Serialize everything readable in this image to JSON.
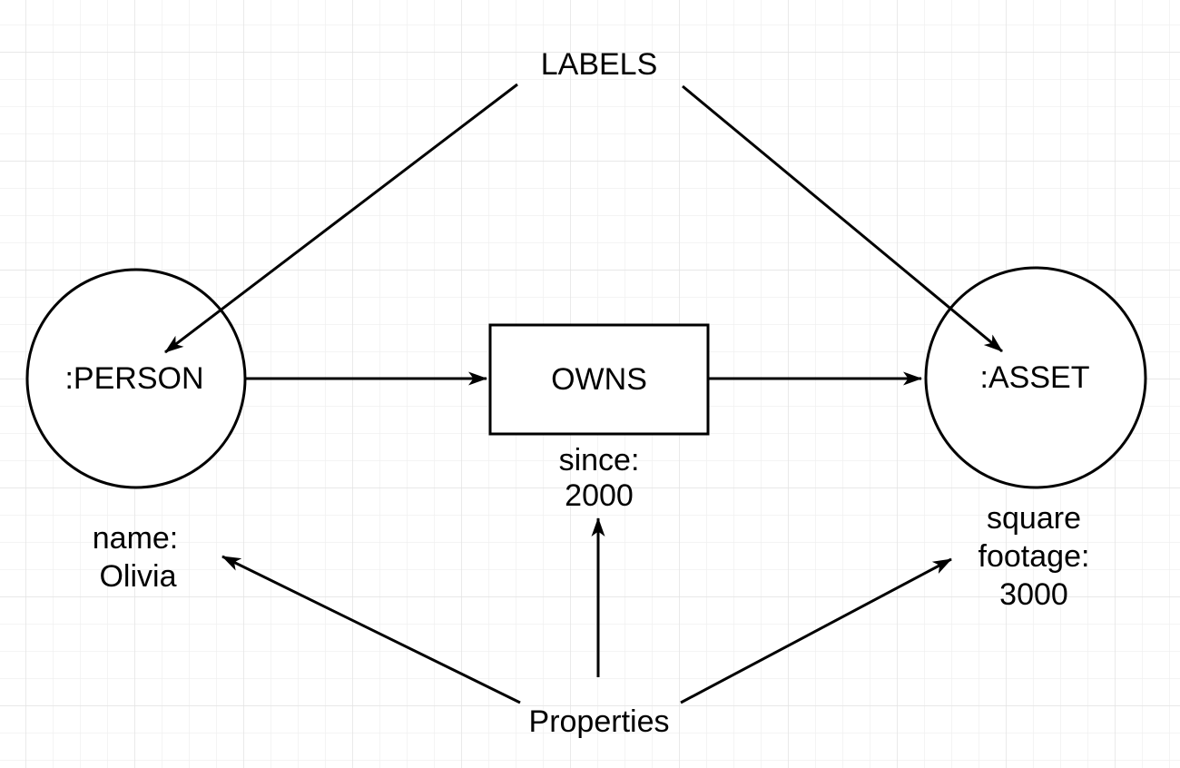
{
  "diagram": {
    "annotations": {
      "labels": "LABELS",
      "properties": "Properties"
    },
    "person_node": {
      "label": ":PERSON",
      "shape": "circle",
      "properties": [
        "name:",
        "Olivia"
      ]
    },
    "owns_relationship": {
      "label": "OWNS",
      "shape": "rectangle",
      "properties": [
        "since:",
        "2000"
      ]
    },
    "asset_node": {
      "label": ":ASSET",
      "shape": "circle",
      "properties": [
        "square",
        "footage:",
        "3000"
      ]
    },
    "colors": {
      "stroke": "#000000",
      "text": "#000000",
      "shape_fill": "#ffffff",
      "background": "#ffffff",
      "grid_minor": "#f0f0f0",
      "grid_major": "#e3e3e3"
    }
  }
}
